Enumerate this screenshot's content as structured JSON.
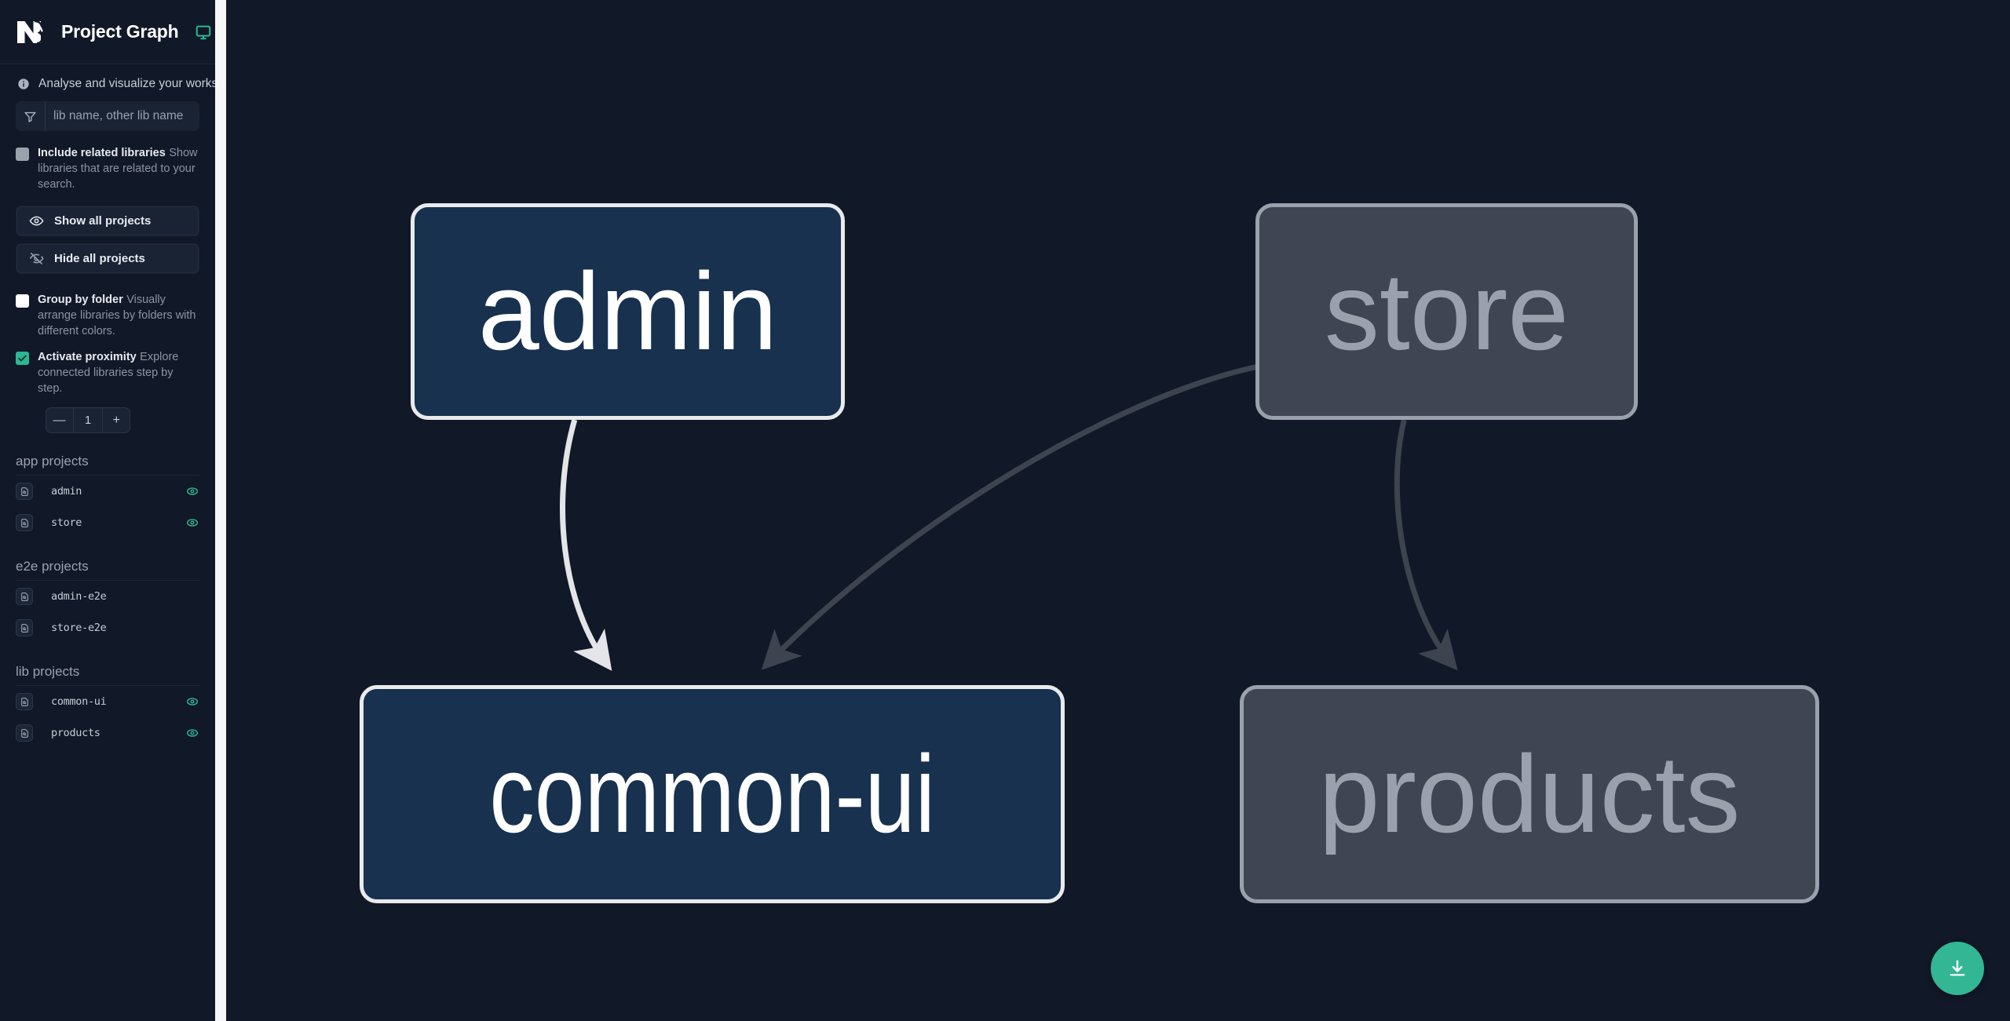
{
  "app": {
    "title": "Project Graph",
    "logo_icon": "nx-logo-icon",
    "monitor_icon": "monitor-icon",
    "subtitle": "Analyse and visualize your workspace.",
    "info_icon": "info-icon",
    "accent_green": "#32b694",
    "background": "#111827",
    "sidebar_background": "#111827"
  },
  "search": {
    "placeholder": "lib name, other lib name",
    "value": "",
    "icon": "funnel-filter-icon"
  },
  "options": [
    {
      "key": "include_related",
      "label": "Include related libraries",
      "description": "Show libraries that are related to your search.",
      "checked": false,
      "checkbox_style": "grey"
    },
    {
      "key": "group_by_folder",
      "label": "Group by folder",
      "description": "Visually arrange libraries by folders with different colors.",
      "checked": false,
      "checkbox_style": "white"
    },
    {
      "key": "activate_proximity",
      "label": "Activate proximity",
      "description": "Explore connected libraries step by step.",
      "checked": true,
      "checkbox_style": "green"
    }
  ],
  "buttons": [
    {
      "key": "show_all",
      "label": "Show all projects",
      "icon": "eye-icon"
    },
    {
      "key": "hide_all",
      "label": "Hide all projects",
      "icon": "eye-off-icon"
    }
  ],
  "stepper": {
    "decrement_label": "—",
    "value": "1",
    "increment_label": "+"
  },
  "project_groups": [
    {
      "title": "app projects",
      "items": [
        {
          "name": "admin",
          "icon": "project-file-icon",
          "visible": true,
          "eye_icon": "eye-visible-icon"
        },
        {
          "name": "store",
          "icon": "project-file-icon",
          "visible": true,
          "eye_icon": "eye-visible-icon"
        }
      ]
    },
    {
      "title": "e2e projects",
      "items": [
        {
          "name": "admin-e2e",
          "icon": "project-file-icon",
          "visible": false,
          "eye_icon": ""
        },
        {
          "name": "store-e2e",
          "icon": "project-file-icon",
          "visible": false,
          "eye_icon": ""
        }
      ]
    },
    {
      "title": "lib projects",
      "items": [
        {
          "name": "common-ui",
          "icon": "project-file-icon",
          "visible": true,
          "eye_icon": "eye-visible-icon"
        },
        {
          "name": "products",
          "icon": "project-file-icon",
          "visible": true,
          "eye_icon": "eye-visible-icon"
        }
      ]
    }
  ],
  "graph": {
    "nodes": [
      {
        "id": "admin",
        "label": "admin",
        "state": "focus",
        "fill": "#17314f",
        "stroke": "#e9eaec",
        "text": "#ffffff"
      },
      {
        "id": "store",
        "label": "store",
        "state": "dim",
        "fill": "#3f4552",
        "stroke": "#9aa1ad",
        "text": "#9aa1ad"
      },
      {
        "id": "common-ui",
        "label": "common-ui",
        "state": "focus",
        "fill": "#17314f",
        "stroke": "#e9eaec",
        "text": "#ffffff"
      },
      {
        "id": "products",
        "label": "products",
        "state": "dim",
        "fill": "#3f4552",
        "stroke": "#9aa1ad",
        "text": "#9aa1ad"
      }
    ],
    "edges": [
      {
        "from": "admin",
        "to": "common-ui",
        "color": "#e3e5e8",
        "highlight": true
      },
      {
        "from": "store",
        "to": "common-ui",
        "color": "#3d4450",
        "highlight": false
      },
      {
        "from": "store",
        "to": "products",
        "color": "#3d4450",
        "highlight": false
      }
    ]
  },
  "download_button": {
    "icon": "download-icon",
    "color": "#32b694"
  }
}
